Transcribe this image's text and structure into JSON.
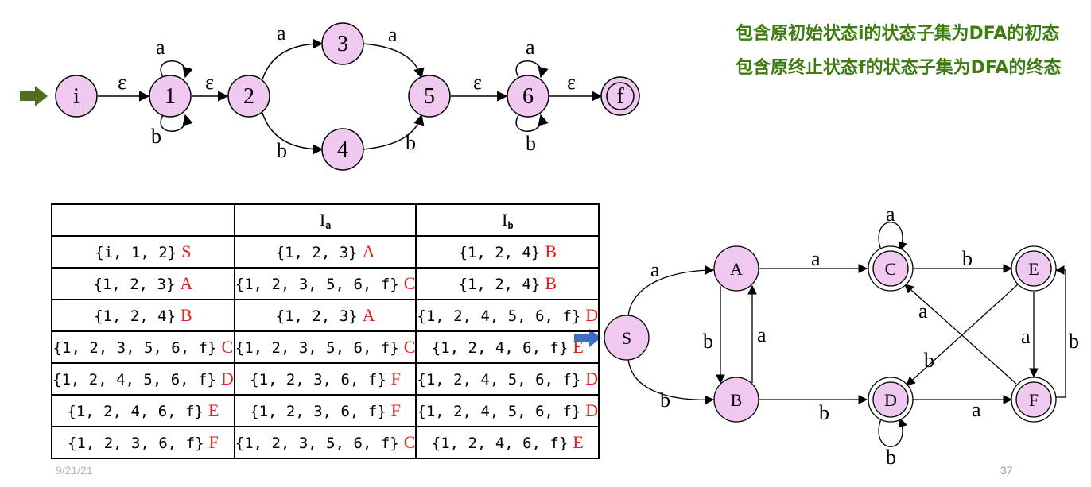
{
  "nfa": {
    "states": [
      "i",
      "1",
      "2",
      "3",
      "4",
      "5",
      "6",
      "f"
    ],
    "labels": {
      "eps": "ε",
      "a": "a",
      "b": "b"
    }
  },
  "notes": [
    "包含原初始状态i的状态子集为DFA的初态",
    "包含原终止状态f的状态子集为DFA的终态"
  ],
  "table": {
    "headers": [
      "",
      "I",
      "a",
      "I",
      "b"
    ],
    "rows": [
      [
        [
          "{i, 1, 2}",
          "S"
        ],
        [
          "{1, 2, 3}",
          "A"
        ],
        [
          "{1, 2, 4}",
          "B"
        ]
      ],
      [
        [
          "{1, 2, 3}",
          "A"
        ],
        [
          "{1, 2, 3, 5, 6, f}",
          "C"
        ],
        [
          "{1, 2, 4}",
          "B"
        ]
      ],
      [
        [
          "{1, 2, 4}",
          "B"
        ],
        [
          "{1, 2, 3}",
          "A"
        ],
        [
          "{1, 2, 4, 5, 6, f}",
          "D"
        ]
      ],
      [
        [
          "{1, 2, 3, 5, 6, f}",
          "C"
        ],
        [
          "{1, 2, 3, 5, 6, f}",
          "C"
        ],
        [
          "{1, 2, 4, 6, f}",
          "E"
        ]
      ],
      [
        [
          "{1, 2, 4, 5, 6, f}",
          "D"
        ],
        [
          "{1, 2, 3, 6, f}",
          "F"
        ],
        [
          "{1, 2, 4, 5, 6, f}",
          "D"
        ]
      ],
      [
        [
          "{1, 2, 4, 6, f}",
          "E"
        ],
        [
          "{1, 2, 3, 6, f}",
          "F"
        ],
        [
          "{1, 2, 4, 5, 6, f}",
          "D"
        ]
      ],
      [
        [
          "{1, 2, 3, 6, f}",
          "F"
        ],
        [
          "{1, 2, 3, 5, 6, f}",
          "C"
        ],
        [
          "{1, 2, 4, 6, f}",
          "E"
        ]
      ]
    ]
  },
  "dfa": {
    "states": [
      "S",
      "A",
      "B",
      "C",
      "D",
      "E",
      "F"
    ],
    "labels": {
      "a": "a",
      "b": "b"
    }
  },
  "footer": {
    "date": "9/21/21",
    "page": "37"
  },
  "colors": {
    "node_fill": "#f0c9f0",
    "note_green": "#3e7b12",
    "tag_red": "#e0201b",
    "arrow_green": "#4f6f1e",
    "arrow_blue": "#3a6fc4"
  }
}
